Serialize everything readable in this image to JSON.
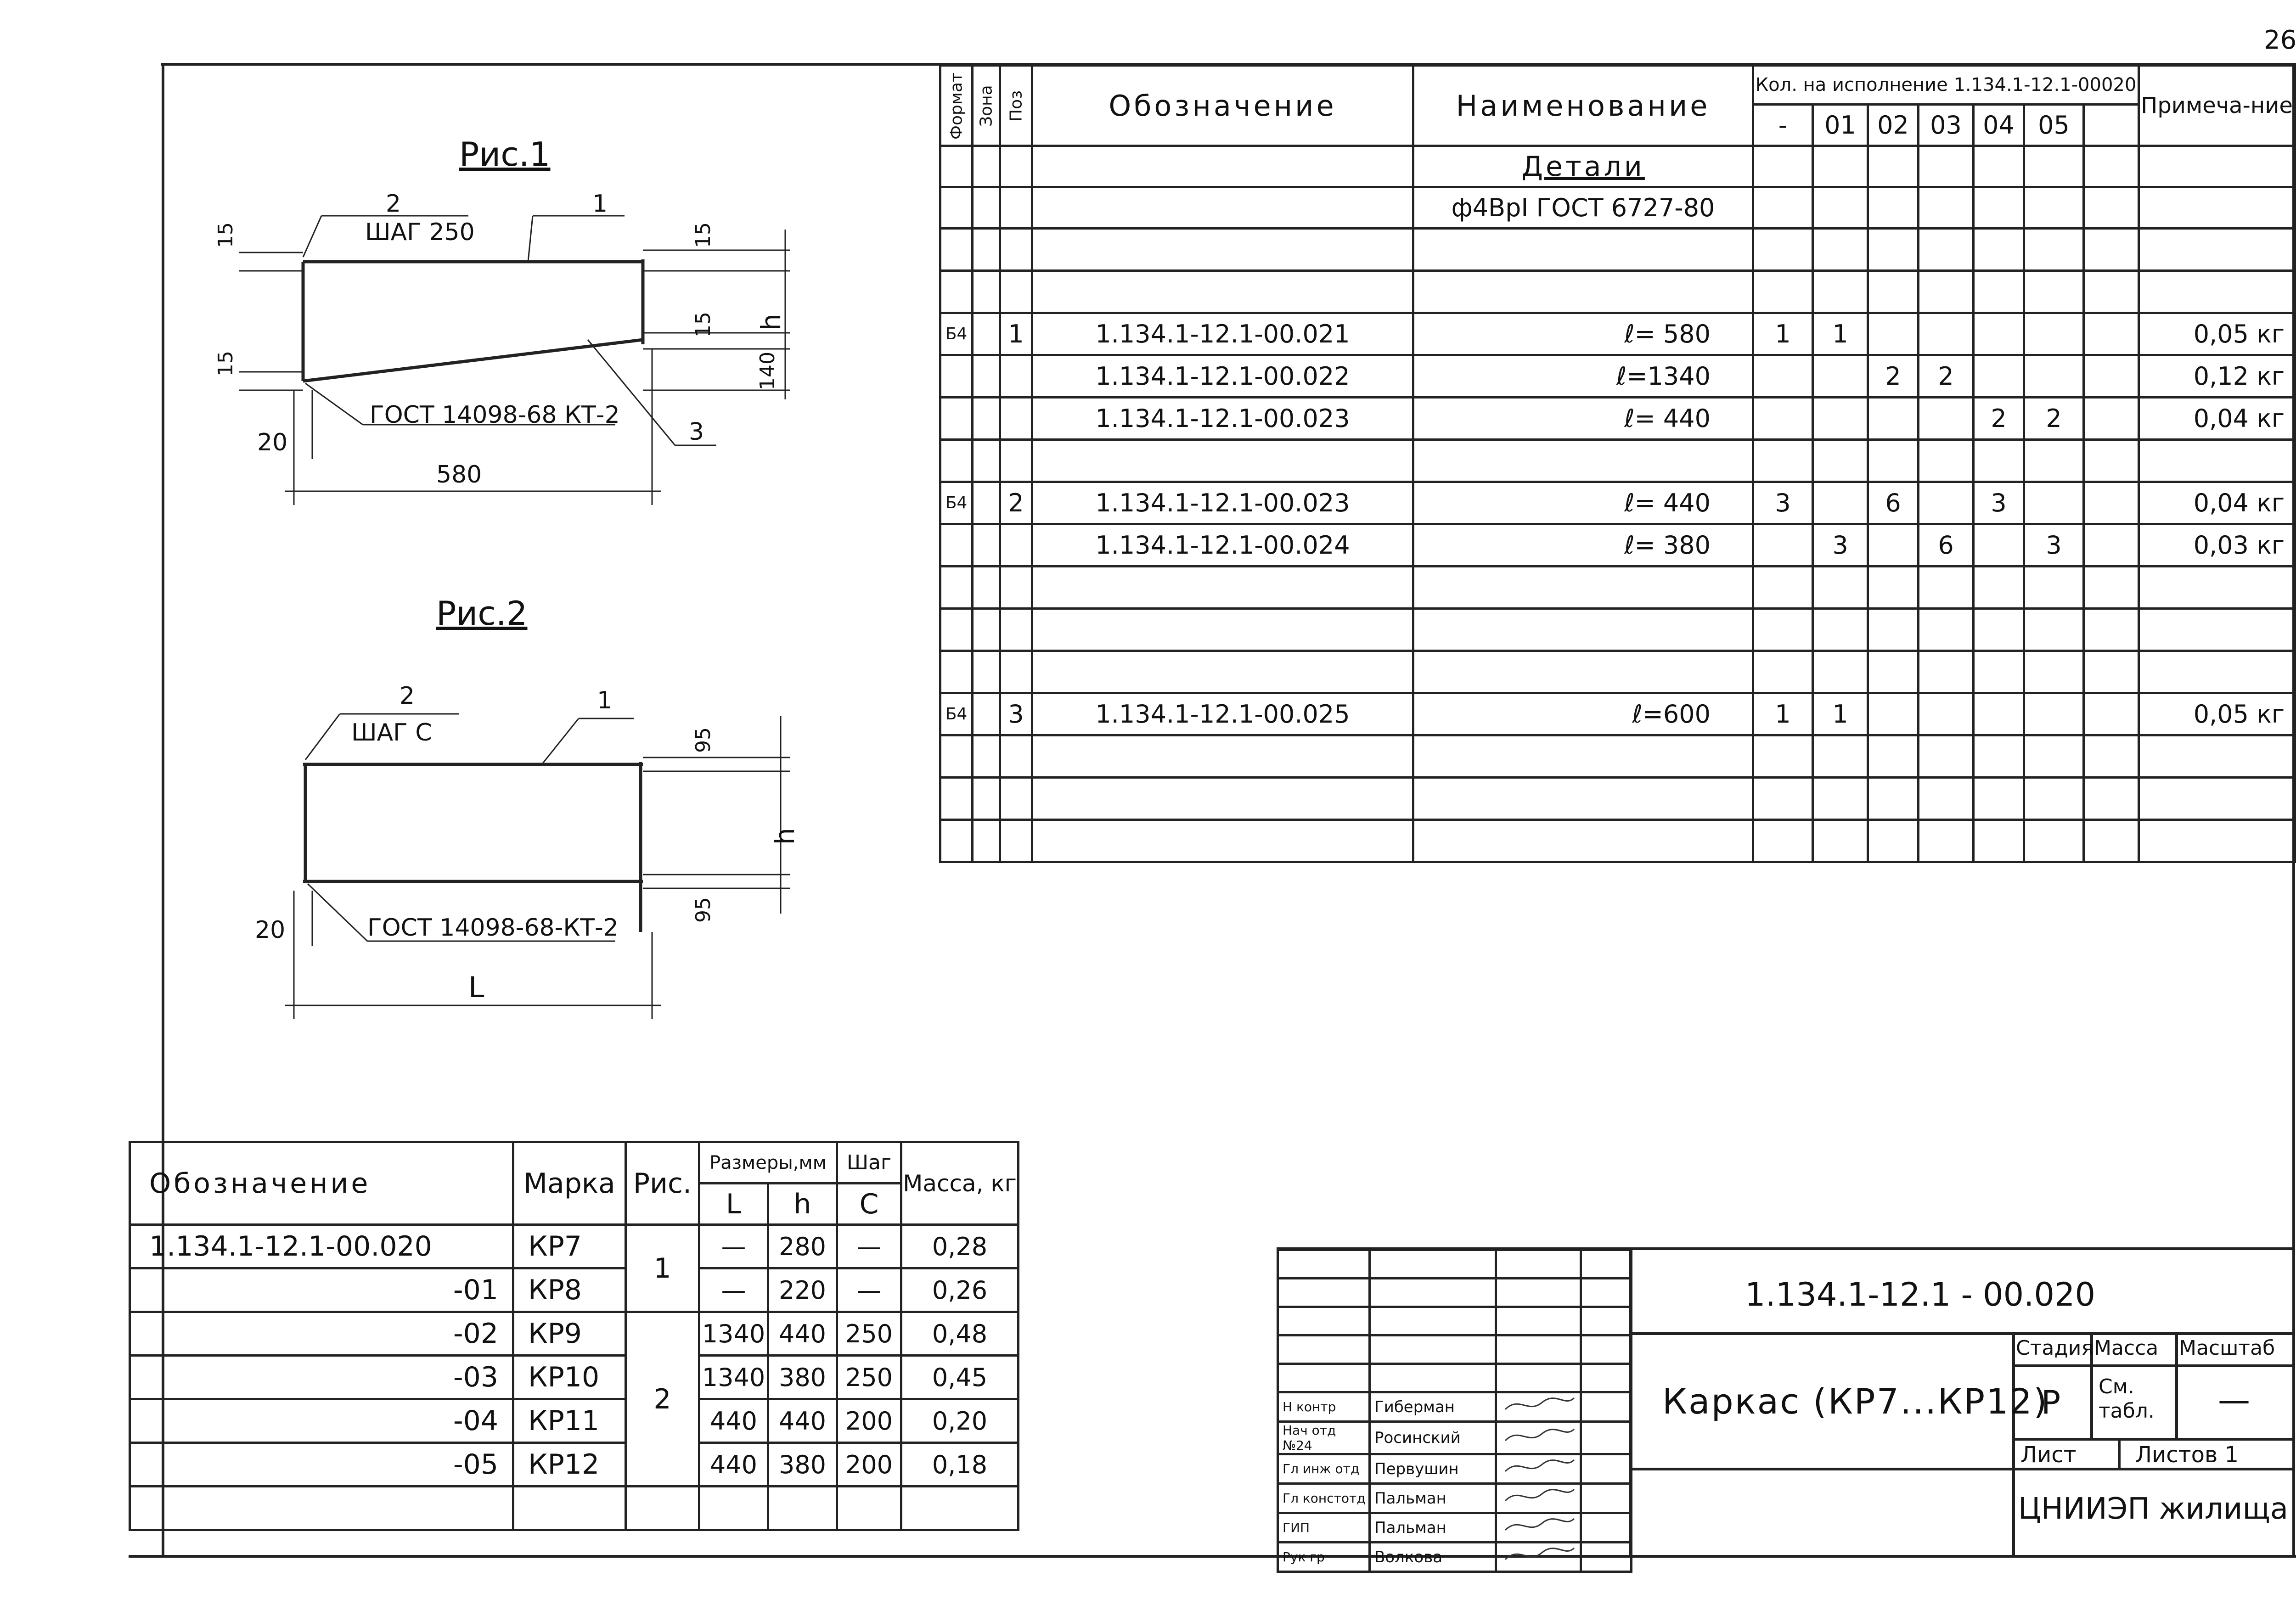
{
  "page_number": "26",
  "fig1": {
    "title": "Рис.1",
    "label_2": "2",
    "label_step": "ШАГ 250",
    "label_1": "1",
    "label_3": "3",
    "gost": "ГОСТ 14098-68 КТ-2",
    "dim_left_top": "15",
    "dim_left_bottom": "15",
    "dim_right_top": "15",
    "dim_right_mid": "15",
    "dim_right_bottom": "140",
    "dim_h": "h",
    "dim_20": "20",
    "dim_580": "580"
  },
  "fig2": {
    "title": "Рис.2",
    "label_2": "2",
    "label_step": "ШАГ С",
    "label_1": "1",
    "gost": "ГОСТ 14098-68-КТ-2",
    "dim_top": "95",
    "dim_bottom": "95",
    "dim_h": "h",
    "dim_20": "20",
    "dim_L": "L"
  },
  "spec": {
    "headers": {
      "format": "Формат",
      "zone": "Зона",
      "pos": "Поз",
      "designation": "Обозначение",
      "name": "Наименование",
      "qty": "Кол. на исполнение 1.134.1-12.1-00020",
      "note": "Примеча-ние",
      "variants": [
        "-",
        "01",
        "02",
        "03",
        "04",
        "05",
        ""
      ]
    },
    "section": "Детали",
    "material": "ф4ВрI ГОСТ 6727-80",
    "rows": [
      {
        "format": "",
        "zone": "",
        "pos": "",
        "designation": "",
        "name": "",
        "q": [
          "",
          "",
          "",
          "",
          "",
          "",
          ""
        ],
        "note": ""
      },
      {
        "format": "",
        "zone": "",
        "pos": "",
        "designation": "",
        "name": "",
        "q": [
          "",
          "",
          "",
          "",
          "",
          "",
          ""
        ],
        "note": ""
      },
      {
        "format": "Б4",
        "zone": "",
        "pos": "1",
        "designation": "1.134.1-12.1-00.021",
        "name": "ℓ= 580",
        "q": [
          "1",
          "1",
          "",
          "",
          "",
          "",
          ""
        ],
        "note": "0,05 кг"
      },
      {
        "format": "",
        "zone": "",
        "pos": "",
        "designation": "1.134.1-12.1-00.022",
        "name": "ℓ=1340",
        "q": [
          "",
          "",
          "2",
          "2",
          "",
          "",
          ""
        ],
        "note": "0,12 кг"
      },
      {
        "format": "",
        "zone": "",
        "pos": "",
        "designation": "1.134.1-12.1-00.023",
        "name": "ℓ= 440",
        "q": [
          "",
          "",
          "",
          "",
          "2",
          "2",
          ""
        ],
        "note": "0,04 кг"
      },
      {
        "format": "",
        "zone": "",
        "pos": "",
        "designation": "",
        "name": "",
        "q": [
          "",
          "",
          "",
          "",
          "",
          "",
          ""
        ],
        "note": ""
      },
      {
        "format": "Б4",
        "zone": "",
        "pos": "2",
        "designation": "1.134.1-12.1-00.023",
        "name": "ℓ= 440",
        "q": [
          "3",
          "",
          "6",
          "",
          "3",
          "",
          ""
        ],
        "note": "0,04 кг"
      },
      {
        "format": "",
        "zone": "",
        "pos": "",
        "designation": "1.134.1-12.1-00.024",
        "name": "ℓ= 380",
        "q": [
          "",
          "3",
          "",
          "6",
          "",
          "3",
          ""
        ],
        "note": "0,03 кг"
      },
      {
        "format": "",
        "zone": "",
        "pos": "",
        "designation": "",
        "name": "",
        "q": [
          "",
          "",
          "",
          "",
          "",
          "",
          ""
        ],
        "note": ""
      },
      {
        "format": "",
        "zone": "",
        "pos": "",
        "designation": "",
        "name": "",
        "q": [
          "",
          "",
          "",
          "",
          "",
          "",
          ""
        ],
        "note": ""
      },
      {
        "format": "",
        "zone": "",
        "pos": "",
        "designation": "",
        "name": "",
        "q": [
          "",
          "",
          "",
          "",
          "",
          "",
          ""
        ],
        "note": ""
      },
      {
        "format": "Б4",
        "zone": "",
        "pos": "3",
        "designation": "1.134.1-12.1-00.025",
        "name": "ℓ=600",
        "q": [
          "1",
          "1",
          "",
          "",
          "",
          "",
          ""
        ],
        "note": "0,05 кг"
      },
      {
        "format": "",
        "zone": "",
        "pos": "",
        "designation": "",
        "name": "",
        "q": [
          "",
          "",
          "",
          "",
          "",
          "",
          ""
        ],
        "note": ""
      },
      {
        "format": "",
        "zone": "",
        "pos": "",
        "designation": "",
        "name": "",
        "q": [
          "",
          "",
          "",
          "",
          "",
          "",
          ""
        ],
        "note": ""
      },
      {
        "format": "",
        "zone": "",
        "pos": "",
        "designation": "",
        "name": "",
        "q": [
          "",
          "",
          "",
          "",
          "",
          "",
          ""
        ],
        "note": ""
      }
    ]
  },
  "variants_table": {
    "headers": {
      "designation": "Обозначение",
      "mark": "Марка",
      "fig": "Рис.",
      "sizes": "Размеры,мм",
      "step": "Шаг",
      "mass": "Масса, кг",
      "L": "L",
      "h": "h",
      "C": "С"
    },
    "rows": [
      {
        "designation": "1.134.1-12.1-00.020",
        "mark": "КР7",
        "L": "—",
        "h": "280",
        "C": "—",
        "mass": "0,28"
      },
      {
        "designation": "-01",
        "mark": "КР8",
        "L": "—",
        "h": "220",
        "C": "—",
        "mass": "0,26"
      },
      {
        "designation": "-02",
        "mark": "КР9",
        "L": "1340",
        "h": "440",
        "C": "250",
        "mass": "0,48"
      },
      {
        "designation": "-03",
        "mark": "КР10",
        "L": "1340",
        "h": "380",
        "C": "250",
        "mass": "0,45"
      },
      {
        "designation": "-04",
        "mark": "КР11",
        "L": "440",
        "h": "440",
        "C": "200",
        "mass": "0,20"
      },
      {
        "designation": "-05",
        "mark": "КР12",
        "L": "440",
        "h": "380",
        "C": "200",
        "mass": "0,18"
      },
      {
        "designation": "",
        "mark": "",
        "L": "",
        "h": "",
        "C": "",
        "mass": ""
      }
    ],
    "fig_group_1": "1",
    "fig_group_2": "2"
  },
  "title_block": {
    "doc_code": "1.134.1-12.1 - 00.020",
    "title": "Каркас (КР7...КР12)",
    "stage_label": "Стадия",
    "mass_label": "Масса",
    "scale_label": "Масштаб",
    "stage": "Р",
    "mass": "См. табл.",
    "scale": "—",
    "sheet_label": "Лист",
    "sheets_label": "Листов 1",
    "org": "ЦНИИЭП жилища",
    "signatures": [
      {
        "role": "Н контр",
        "name": "Гиберман"
      },
      {
        "role": "Нач отд №24",
        "name": "Росинский"
      },
      {
        "role": "Гл инж отд",
        "name": "Первушин"
      },
      {
        "role": "Гл констотд",
        "name": "Пальман"
      },
      {
        "role": "ГИП",
        "name": "Пальман"
      },
      {
        "role": "Рук гр",
        "name": "Волкова"
      }
    ]
  }
}
